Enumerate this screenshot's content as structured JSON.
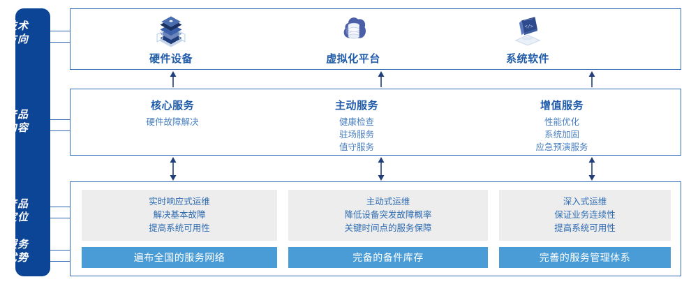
{
  "sidebar": {
    "color": "#0C4496",
    "items": [
      {
        "name": "tech-direction",
        "line1": "技术",
        "line2": "方向"
      },
      {
        "name": "product-content",
        "line1": "产品",
        "line2": "内容"
      },
      {
        "name": "product-position",
        "line1": "产品",
        "line2": "定位"
      },
      {
        "name": "service-advantage",
        "line1": "服务",
        "line2": "优势"
      }
    ]
  },
  "tech_row": {
    "items": [
      {
        "icon": "server-stack-icon",
        "label": "硬件设备"
      },
      {
        "icon": "cloud-database-icon",
        "label": "虚拟化平台"
      },
      {
        "icon": "laptop-code-icon",
        "label": "系统软件"
      }
    ]
  },
  "content_row": {
    "items": [
      {
        "title": "核心服务",
        "lines": [
          "硬件故障解决"
        ]
      },
      {
        "title": "主动服务",
        "lines": [
          "健康检查",
          "驻场服务",
          "值守服务"
        ]
      },
      {
        "title": "增值服务",
        "lines": [
          "性能优化",
          "系统加固",
          "应急预演服务"
        ]
      }
    ]
  },
  "position_row": {
    "items": [
      {
        "lines": [
          "实时响应式运维",
          "解决基本故障",
          "提高系统可用性"
        ]
      },
      {
        "lines": [
          "主动式运维",
          "降低设备突发故障概率",
          "关键时间点的服务保障"
        ]
      },
      {
        "lines": [
          "深入式运维",
          "保证业务连续性",
          "提高系统可用性"
        ]
      }
    ]
  },
  "advantage_row": {
    "items": [
      {
        "label": "遍布全国的服务网络"
      },
      {
        "label": "完备的备件库存"
      },
      {
        "label": "完善的服务管理体系"
      }
    ]
  },
  "colors": {
    "sidebar_blue": "#0C4496",
    "panel_border": "#2F6CB5",
    "heading_blue": "#1F5BA8",
    "body_blue": "#4A7FC0",
    "gray_box": "#EDEDED",
    "bar_blue": "#4A9CD6",
    "arrow_navy": "#1F3D7A"
  },
  "arrows": {
    "tech_to_content": "up-arrow",
    "content_to_bottom": "up-down-arrow"
  }
}
